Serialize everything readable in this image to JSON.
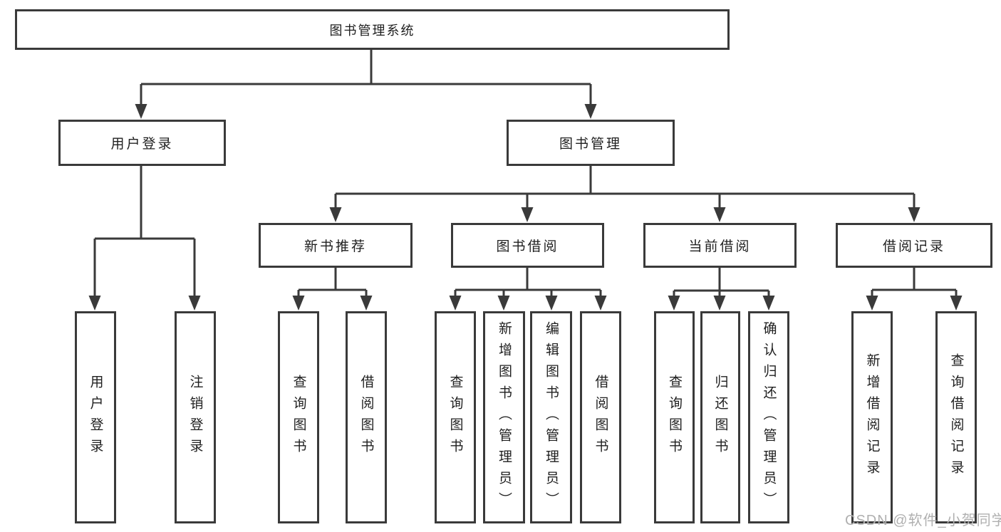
{
  "tree": {
    "root_label": "图书管理系统",
    "user_login": {
      "label": "用户登录",
      "children": [
        {
          "label": "用户登录"
        },
        {
          "label": "注销登录"
        }
      ]
    },
    "book_management": {
      "label": "图书管理",
      "modules": [
        {
          "label": "新书推荐",
          "children": [
            {
              "label": "查询图书"
            },
            {
              "label": "借阅图书"
            }
          ]
        },
        {
          "label": "图书借阅",
          "children": [
            {
              "label": "查询图书"
            },
            {
              "label": "新增图书（管理员）"
            },
            {
              "label": "编辑图书（管理员）"
            },
            {
              "label": "借阅图书"
            }
          ]
        },
        {
          "label": "当前借阅",
          "children": [
            {
              "label": "查询图书"
            },
            {
              "label": "归还图书"
            },
            {
              "label": "确认归还（管理员）"
            }
          ]
        },
        {
          "label": "借阅记录",
          "children": [
            {
              "label": "新增借阅记录"
            },
            {
              "label": "查询借阅记录"
            }
          ]
        }
      ]
    }
  },
  "watermark": {
    "text": "CSDN @软件_小贺同学"
  },
  "colors": {
    "line": "#3a3a3a",
    "text": "#1f1f1f",
    "watermark": "#b0b0b0",
    "background": "#ffffff"
  }
}
